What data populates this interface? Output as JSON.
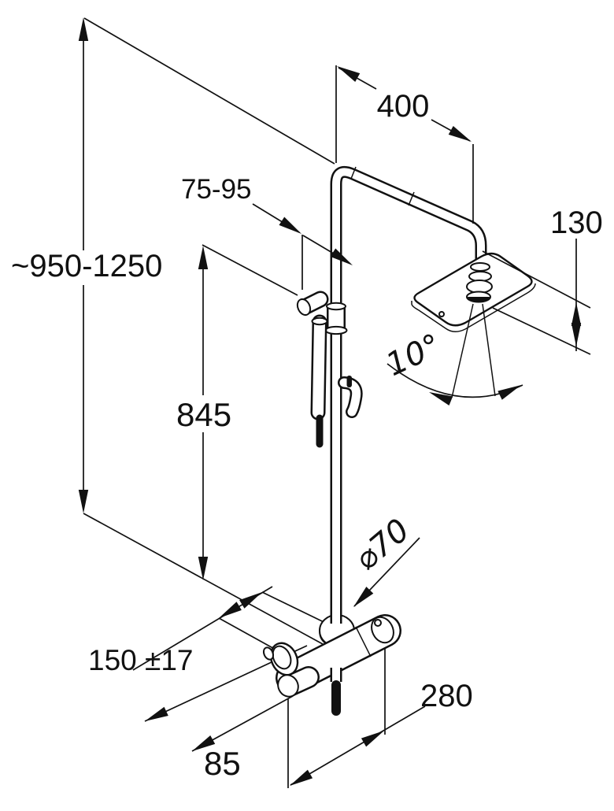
{
  "drawing": {
    "labels": {
      "height_range": "~950-1250",
      "bar_length": "845",
      "holder_offset": "75-95",
      "arm_projection": "400",
      "head_drop": "130",
      "spray_angle": "10°",
      "escutcheon_diameter": "⌀70",
      "inlet_spacing": "150 ±17",
      "body_width": "280",
      "handle_offset": "85"
    },
    "colors": {
      "line": "#111111",
      "background": "#ffffff"
    }
  }
}
